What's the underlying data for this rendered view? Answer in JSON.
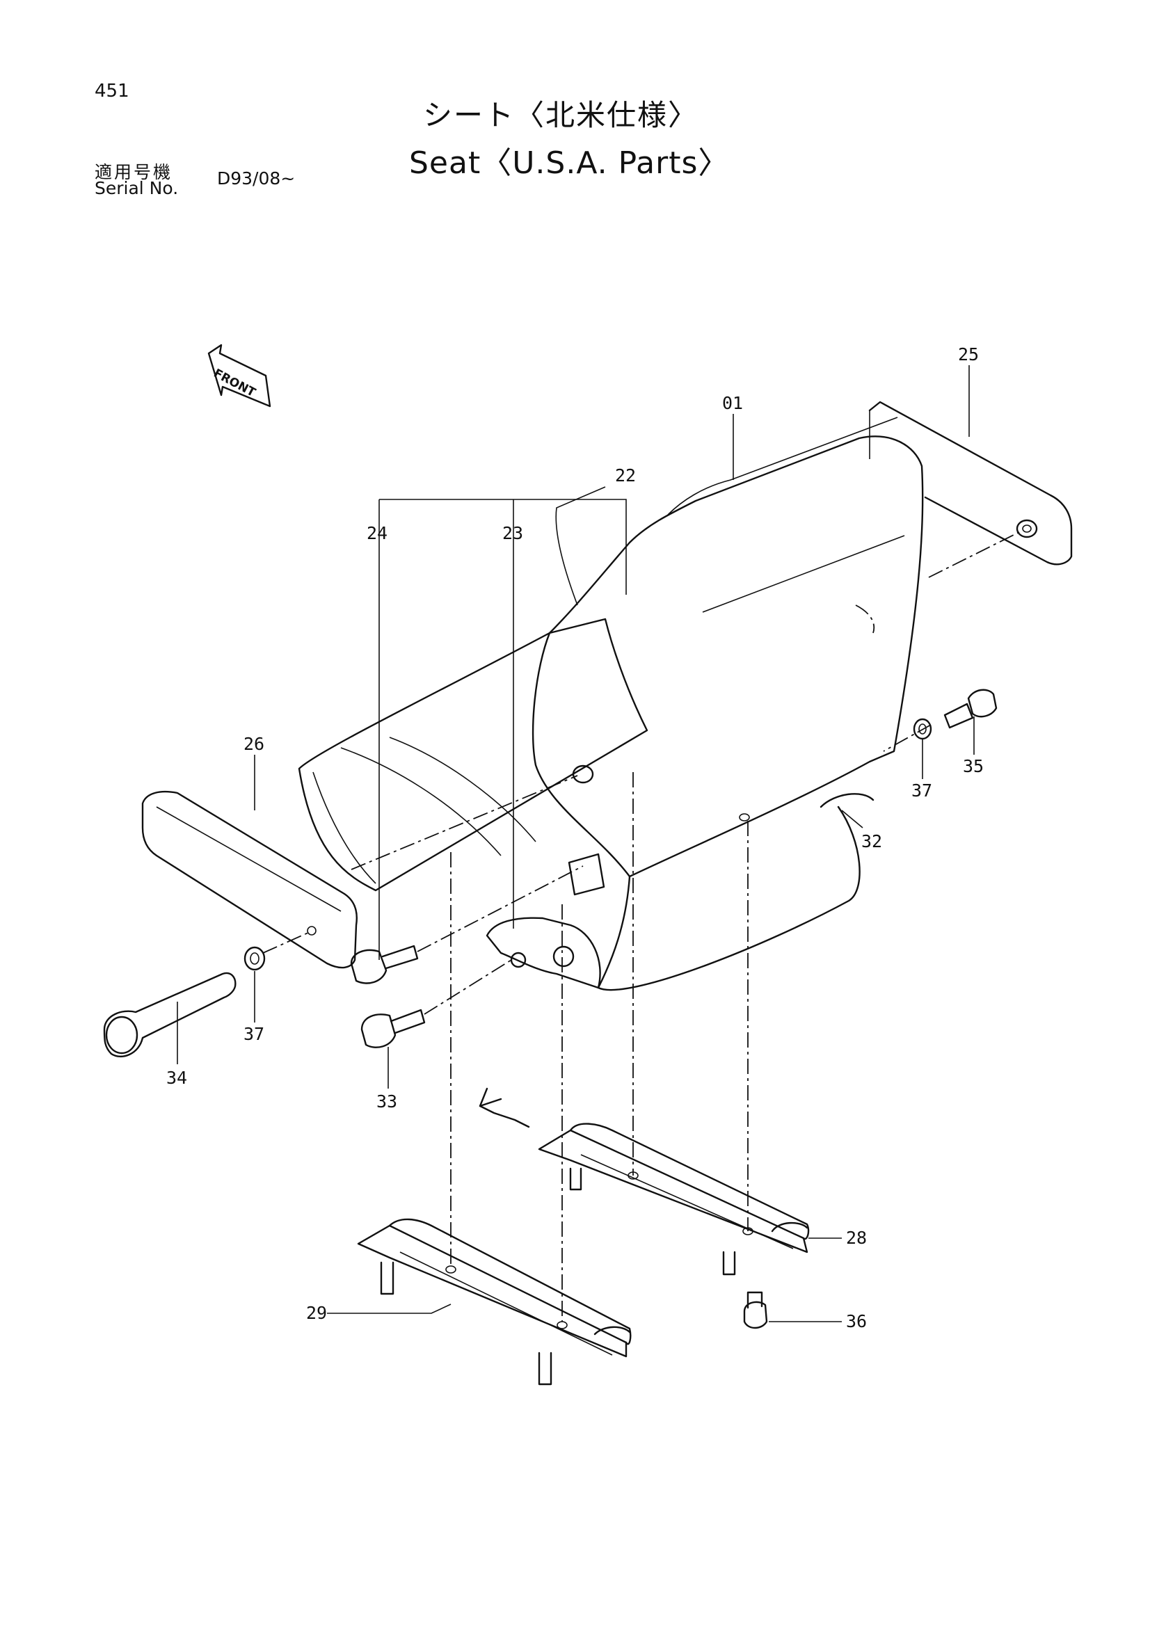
{
  "header": {
    "page_number": "451",
    "title_jp": "シート〈北米仕様〉",
    "title_en": "Seat〈U.S.A. Parts〉",
    "serial_label_jp": "適用号機",
    "serial_label_en": "Serial No.",
    "serial_value": "D93/08~"
  },
  "front_marker": "FRONT",
  "callouts": [
    "01",
    "22",
    "23",
    "24",
    "25",
    "26",
    "28",
    "29",
    "32",
    "33",
    "34",
    "35",
    "36",
    "37",
    "37"
  ]
}
